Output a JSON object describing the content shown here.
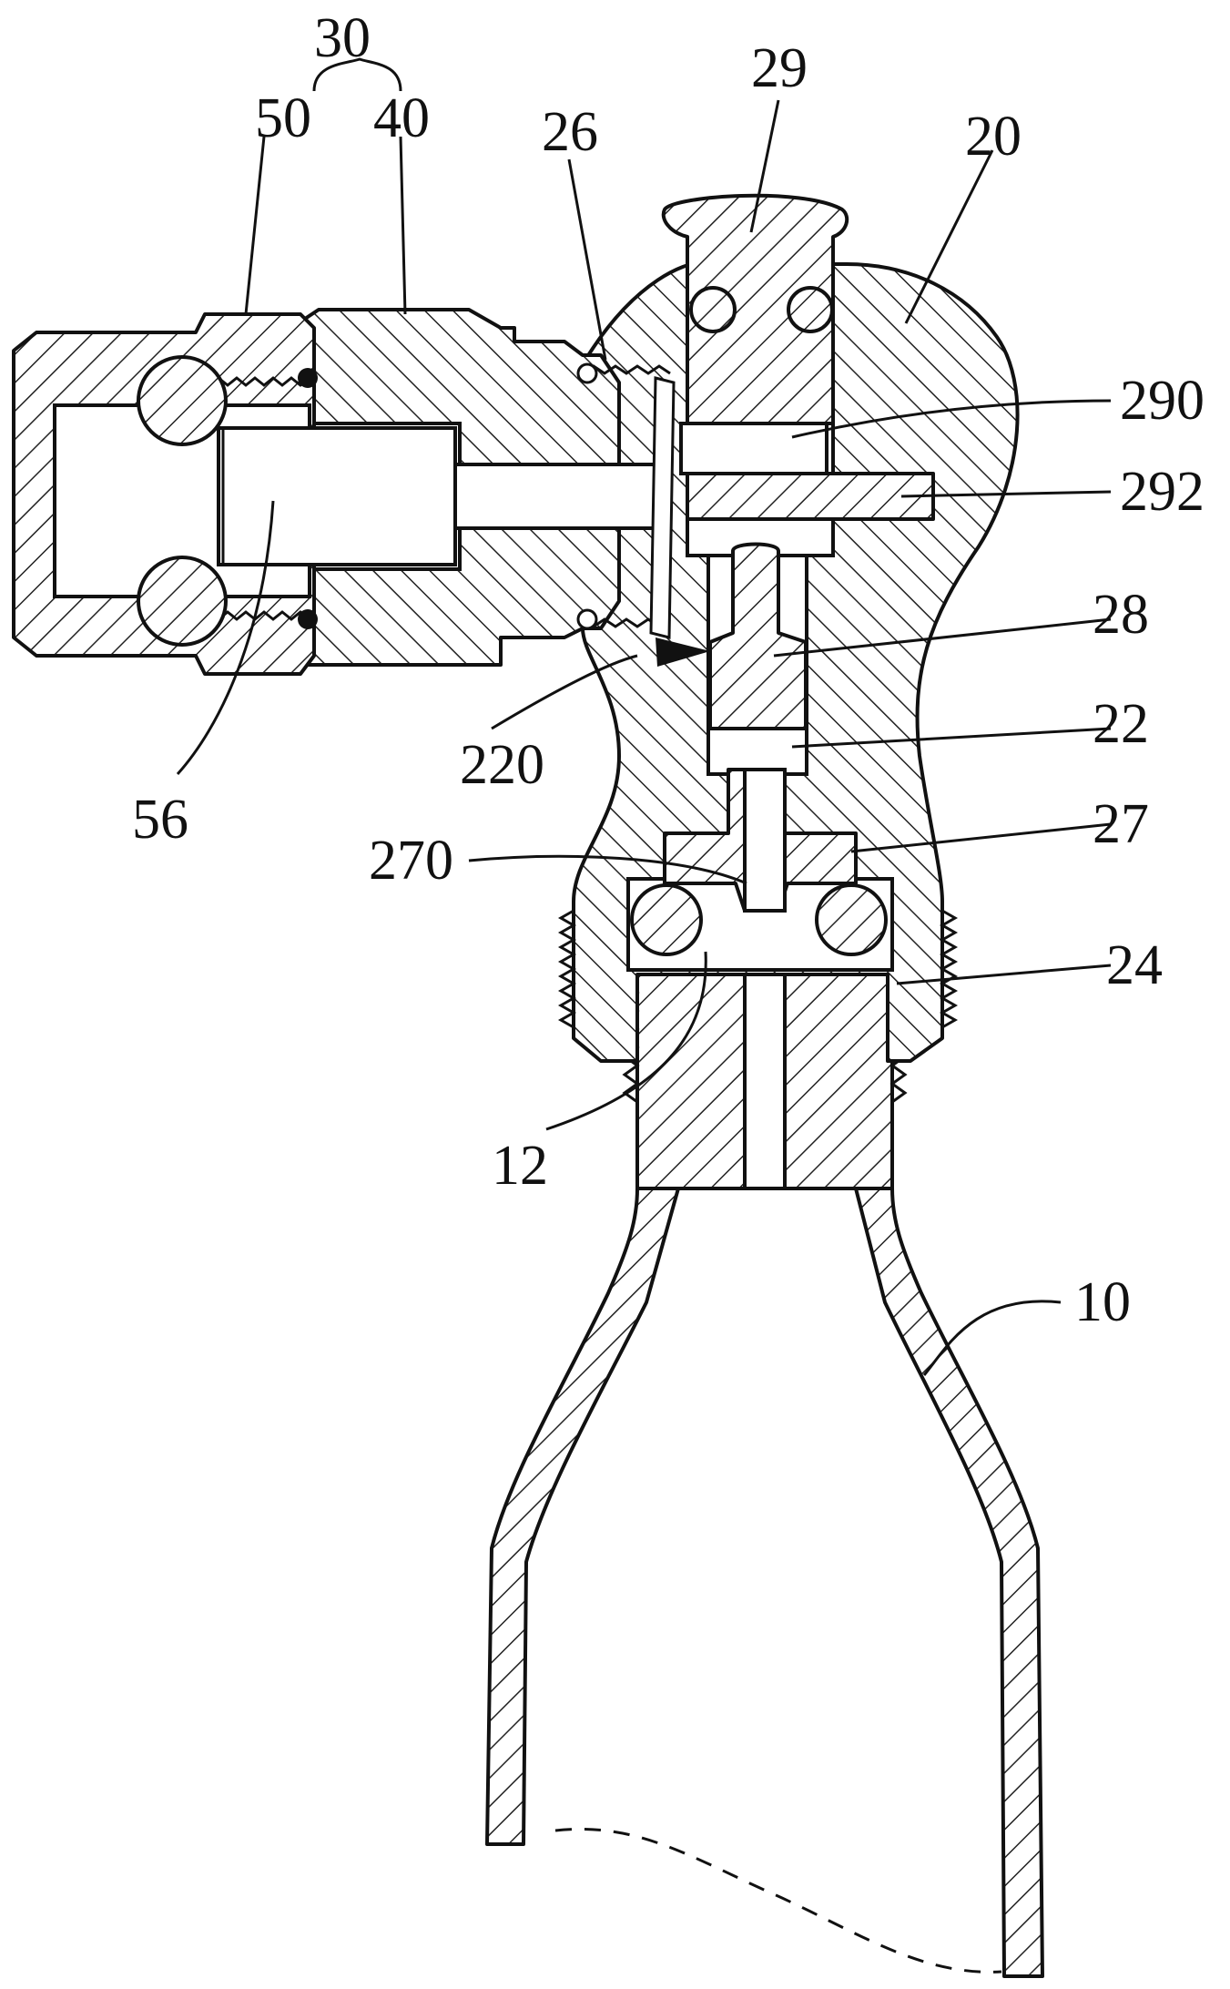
{
  "labels": {
    "l30": "30",
    "l50": "50",
    "l40": "40",
    "l26": "26",
    "l29": "29",
    "l20": "20",
    "l290": "290",
    "l292": "292",
    "l28": "28",
    "l220": "220",
    "l22": "22",
    "l56": "56",
    "l270": "270",
    "l27": "27",
    "l24": "24",
    "l12": "12",
    "l10": "10"
  }
}
